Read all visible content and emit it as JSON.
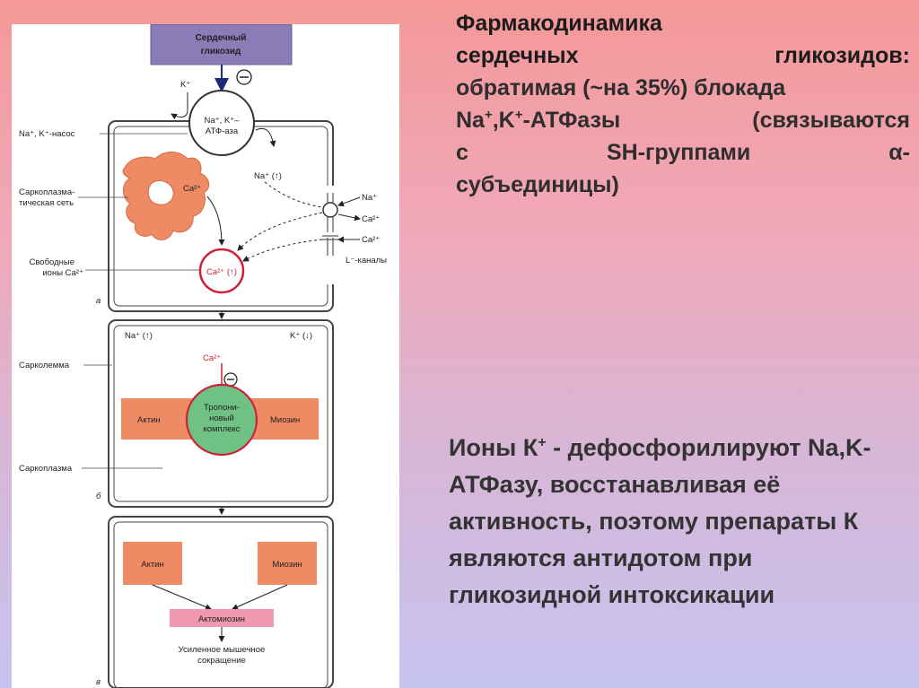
{
  "heading": {
    "title_line1": "Фармакодинамика",
    "title_line2": "сердечных гликозидов:",
    "body_line1": "обратимая (~на 35%) блокада",
    "body_line2a": "Na",
    "body_line2_sup1": "+",
    "body_line2b": ",K",
    "body_line2_sup2": "+",
    "body_line2c": "-АТФазы (связываются",
    "body_line3": "с SH-группами α-",
    "body_line4": "субъединицы)"
  },
  "note": {
    "part1": "Ионы К",
    "sup": "+",
    "part2": " - дефосфорилируют Na,K-АТФазу, восстанавливая её активность, поэтому препараты К являются антидотом при гликозидной интоксикации"
  },
  "diagram": {
    "glycoside_box": [
      "Сердечный",
      "гликозид"
    ],
    "inhibit_sign": "⊖",
    "k_in": "K⁺",
    "atpase": [
      "Na⁺, K⁺–",
      "АТФ-аза"
    ],
    "na_up": "Na⁺ (↑)",
    "ca_sr": "Ca²⁺",
    "channel_na": "Na⁺",
    "channel_ca1": "Ca²⁺",
    "channel_ca2": "Ca²⁺",
    "l_channels": "L⁻-каналы",
    "free_ca": "Ca²⁺ (↑)",
    "panel_a_letter": "а",
    "label_pump": "Na⁺, K⁺-насос",
    "label_sr": [
      "Саркоплазма-",
      "тическая сеть"
    ],
    "label_free": [
      "Свободные",
      "ионы Ca²⁺"
    ],
    "label_sarcolemma": "Сарколемма",
    "label_sarcoplasm": "Саркоплазма",
    "b_na_up": "Na⁺ (↑)",
    "b_k_down": "K⁺ (↓)",
    "b_ca": "Ca²⁺",
    "b_actin": "Актин",
    "b_myosin": "Миозин",
    "b_troponin": [
      "Тропони-",
      "новый",
      "комплекс"
    ],
    "panel_b_letter": "б",
    "c_actin": "Актин",
    "c_myosin": "Миозин",
    "c_actomyosin": "Актомиозин",
    "c_result": [
      "Усиленное мышечное",
      "сокращение"
    ],
    "panel_c_letter": "в"
  },
  "colors": {
    "glycoside_fill": "#8a7cb6",
    "red_ring": "#d0203a",
    "orange_fill": "#ee8a64",
    "pink_fill": "#ef98b0",
    "troponin_fill": "#6fc184",
    "navy_arrow": "#1d2a78"
  }
}
